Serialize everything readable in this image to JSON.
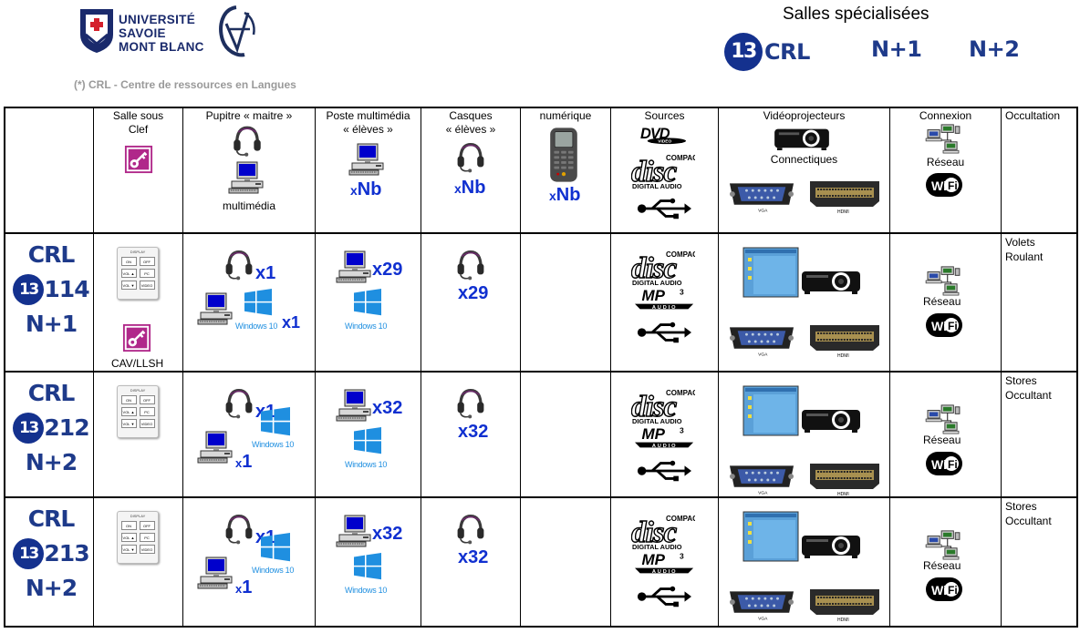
{
  "header": {
    "university_name": [
      "UNIVERSITÉ",
      "SAVOIE",
      "MONT BLANC"
    ],
    "crl_note": "(*) CRL - Centre de ressources en Langues"
  },
  "legend": {
    "title": "Salles spécialisées",
    "badge": "13",
    "crl": "CRL",
    "n1": "N+1",
    "n2": "N+2"
  },
  "columns": {
    "salle": [
      "Salle sous",
      "Clef"
    ],
    "pupitre": "Pupitre « maitre »",
    "pupitre_sub": "multimédia",
    "poste": [
      "Poste multimédia",
      "« élèves »"
    ],
    "casques": [
      "Casques",
      "« élèves »"
    ],
    "numerique": "numérique",
    "sources": "Sources",
    "video": "Vidéoprojecteurs",
    "video_sub": "Connectiques",
    "connexion": "Connexion",
    "connexion_sub": "Réseau",
    "occultation": "Occultation",
    "nb_x": "x",
    "nb_n": "Nb"
  },
  "common": {
    "vga": "VGA",
    "hdmi": "HDMI",
    "reseau": "Réseau",
    "windows": "Windows 10",
    "dvd": "DVD",
    "video": "VIDEO",
    "compact": "COMPACT",
    "disc": "disc",
    "digital_audio": "DIGITAL AUDIO",
    "mp3": "MP",
    "mp3_sup": "3",
    "audio": "AUDIO",
    "wifi": "WiFi",
    "display": "DISPLAY",
    "panel_buttons": [
      "ON",
      "OFF",
      "VOL ▲",
      "PC",
      "VOL ▼",
      "VIDEO"
    ]
  },
  "rooms": [
    {
      "crl": "CRL",
      "badge": "13",
      "number": "114",
      "level": "N+1",
      "key_label": "CAV/LLSH",
      "headset_count": "x1",
      "pc_count": "x",
      "pc_count_n": "1",
      "eleves_pc": "x29",
      "casques": "x29",
      "occultation": [
        "Volets",
        "Roulant"
      ]
    },
    {
      "crl": "CRL",
      "badge": "13",
      "number": "212",
      "level": "N+2",
      "headset_count": "x1",
      "pc_count": "x",
      "pc_count_n": "1",
      "eleves_pc": "x32",
      "casques": "x32",
      "occultation": [
        "Stores",
        "Occultant"
      ]
    },
    {
      "crl": "CRL",
      "badge": "13",
      "number": "213",
      "level": "N+2",
      "headset_count": "x1",
      "pc_count": "x",
      "pc_count_n": "1",
      "eleves_pc": "x32",
      "casques": "x32",
      "occultation": [
        "Stores",
        "Occultant"
      ]
    }
  ],
  "colors": {
    "brand_blue": "#14318e",
    "count_blue": "#1030d0",
    "note_grey": "#9a9a9a",
    "key_magenta": "#b0288a",
    "windows_blue": "#1f8fe0"
  }
}
